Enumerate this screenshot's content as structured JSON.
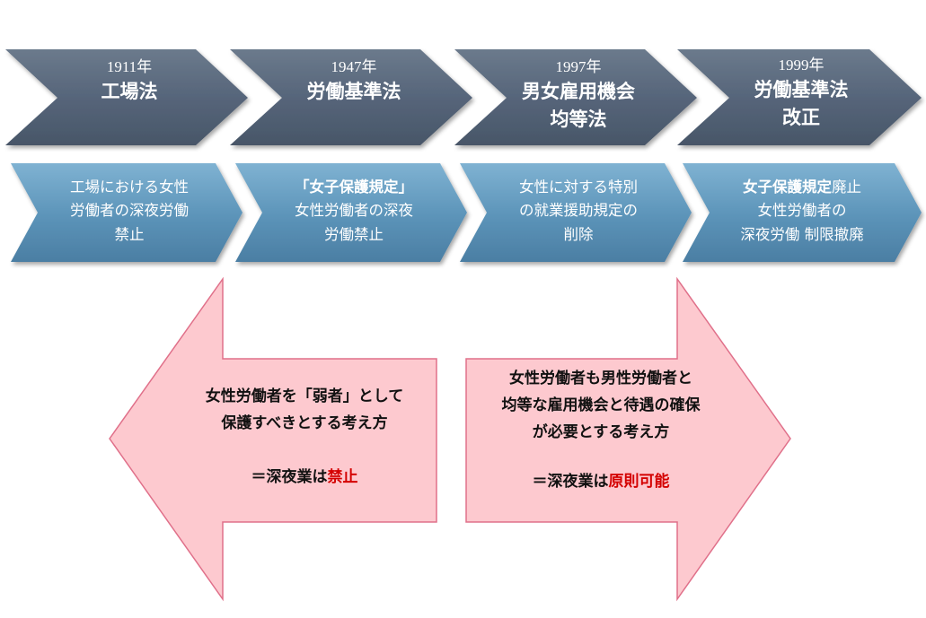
{
  "laws": [
    {
      "year": "1911年",
      "name_lines": [
        "工場法"
      ]
    },
    {
      "year": "1947年",
      "name_lines": [
        "労働基準法"
      ]
    },
    {
      "year": "1997年",
      "name_lines": [
        "男女雇用機会",
        "均等法"
      ]
    },
    {
      "year": "1999年",
      "name_lines": [
        "労働基準法",
        "改正"
      ]
    }
  ],
  "descriptions": [
    {
      "lines": [
        "工場における女性",
        "労働者の深夜労働",
        "禁止"
      ]
    },
    {
      "lead_bold": "「女子保護規定」",
      "lines": [
        "女性労働者の深夜",
        "労働禁止"
      ]
    },
    {
      "lines": [
        "女性に対する特別",
        "の就業援助規定の",
        "削除"
      ]
    },
    {
      "bold": "女子保護規定",
      "rest": "廃止",
      "lines": [
        "女性労働者の",
        "深夜労働 制限撤廃"
      ]
    }
  ],
  "left_arrow": {
    "lines": [
      "女性労働者を「弱者」として",
      "保護すべきとする考え方"
    ],
    "conclusion_prefix": "＝深夜業は",
    "conclusion_highlight": "禁止"
  },
  "right_arrow": {
    "lines": [
      "女性労働者も男性労働者と",
      "均等な雇用機会と待遇の確保",
      "が必要とする考え方"
    ],
    "conclusion_prefix": "＝深夜業は",
    "conclusion_highlight": "原則可能"
  },
  "colors": {
    "law_chevron": "#56667a",
    "desc_chevron": "#5b93b8",
    "arrow_fill": "#fdc9cf",
    "arrow_stroke": "#e0708a",
    "highlight": "#d40000"
  }
}
